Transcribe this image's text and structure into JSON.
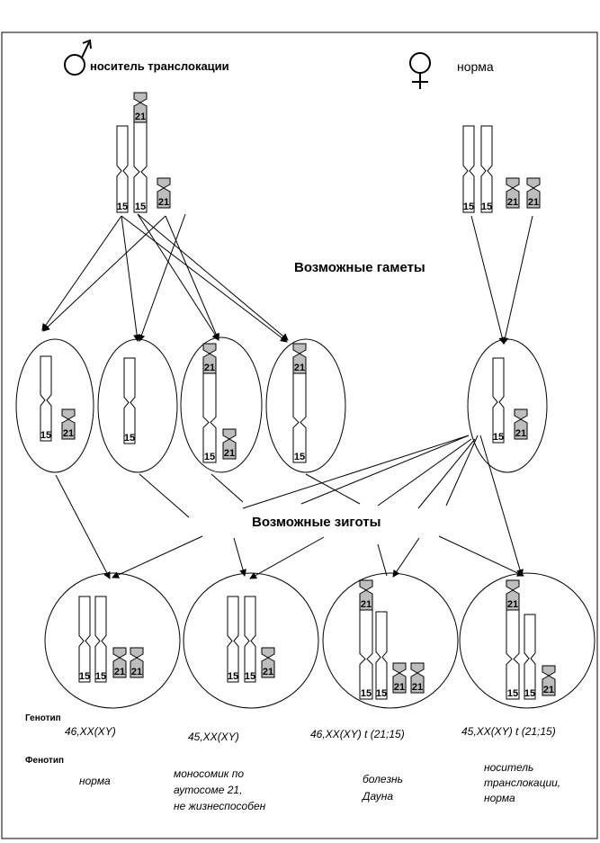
{
  "parents": {
    "male": {
      "symbol": "♂",
      "label": "носитель транслокации"
    },
    "female": {
      "symbol": "♀",
      "label": "норма"
    }
  },
  "labels": {
    "gametes": "Возможные гаметы",
    "zygotes": "Возможные зиготы",
    "genotype_header": "Генотип",
    "phenotype_header": "Фенотип"
  },
  "chromosome_numbers": {
    "c15": "15",
    "c21": "21"
  },
  "zygotes": [
    {
      "genotype": "46,XX(XY)",
      "phenotype": [
        "норма"
      ]
    },
    {
      "genotype": "45,XX(XY)",
      "phenotype": [
        "моносомик по",
        "аутосоме 21,",
        "не жизнеспособен"
      ]
    },
    {
      "genotype": "46,XX(XY) t (21;15)",
      "phenotype": [
        "болезнь",
        "Дауна"
      ]
    },
    {
      "genotype": "45,XX(XY) t (21;15)",
      "phenotype": [
        "носитель",
        "транслокации,",
        "норма"
      ]
    }
  ]
}
